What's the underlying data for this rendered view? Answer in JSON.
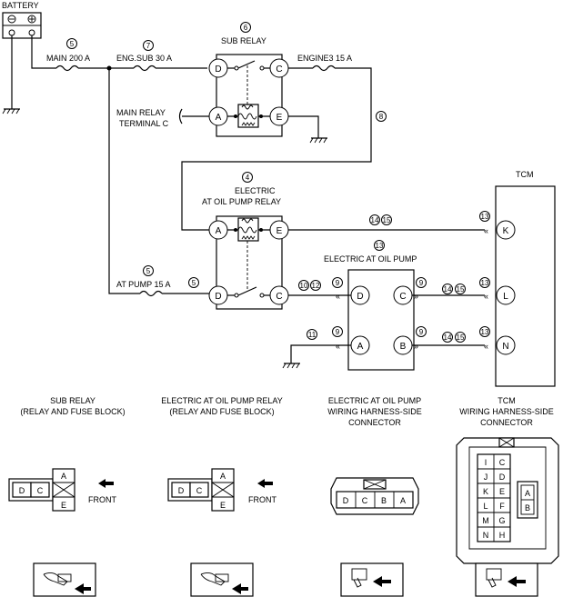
{
  "battery": {
    "label": "BATTERY",
    "minus": "⊖",
    "plus": "⊕"
  },
  "fuses": {
    "main": {
      "num": "5",
      "label": "MAIN 200 A"
    },
    "eng_sub": {
      "num": "7",
      "label": "ENG.SUB 30 A"
    },
    "engine3": {
      "label": "ENGINE3 15 A"
    },
    "at_pump": {
      "num": "5",
      "label": "AT PUMP 15 A"
    }
  },
  "sub_relay": {
    "num": "6",
    "title": "SUB RELAY",
    "terminals": [
      "D",
      "C",
      "A",
      "E"
    ]
  },
  "main_relay_note": {
    "line1": "MAIN RELAY",
    "line2": "TERMINAL C"
  },
  "wire8": "8",
  "pump_relay": {
    "num": "4",
    "title_line1": "ELECTRIC",
    "title_line2": "AT OIL PUMP RELAY",
    "terminals": [
      "A",
      "E",
      "D",
      "C"
    ]
  },
  "pump": {
    "num": "13",
    "title": "ELECTRIC AT OIL PUMP",
    "terminals": [
      "D",
      "C",
      "A",
      "B"
    ]
  },
  "tcm": {
    "title": "TCM",
    "terminals": [
      "K",
      "L",
      "N"
    ]
  },
  "wire_refs": {
    "n9": "9",
    "n10": "10",
    "n11": "11",
    "n12": "12",
    "n13": "13",
    "n14": "14",
    "n15": "15",
    "n5": "5"
  },
  "connectors": {
    "sub_relay": {
      "line1": "SUB RELAY",
      "line2": "(RELAY AND FUSE BLOCK)",
      "front": "FRONT",
      "pins": [
        "D",
        "C",
        "A",
        "E"
      ]
    },
    "pump_relay": {
      "line1": "ELECTRIC AT OIL PUMP RELAY",
      "line2": "(RELAY AND FUSE BLOCK)",
      "front": "FRONT",
      "pins": [
        "D",
        "C",
        "A",
        "E"
      ]
    },
    "pump": {
      "line1": "ELECTRIC AT OIL PUMP",
      "line2": "WIRING HARNESS-SIDE",
      "line3": "CONNECTOR",
      "pins": [
        "D",
        "C",
        "B",
        "A"
      ]
    },
    "tcm": {
      "line1": "TCM",
      "line2": "WIRING HARNESS-SIDE",
      "line3": "CONNECTOR",
      "left_pins": [
        "I",
        "J",
        "K",
        "L",
        "M",
        "N"
      ],
      "right_pins": [
        "C",
        "D",
        "E",
        "F",
        "G",
        "H"
      ],
      "side_pins": [
        "A",
        "B"
      ]
    }
  }
}
